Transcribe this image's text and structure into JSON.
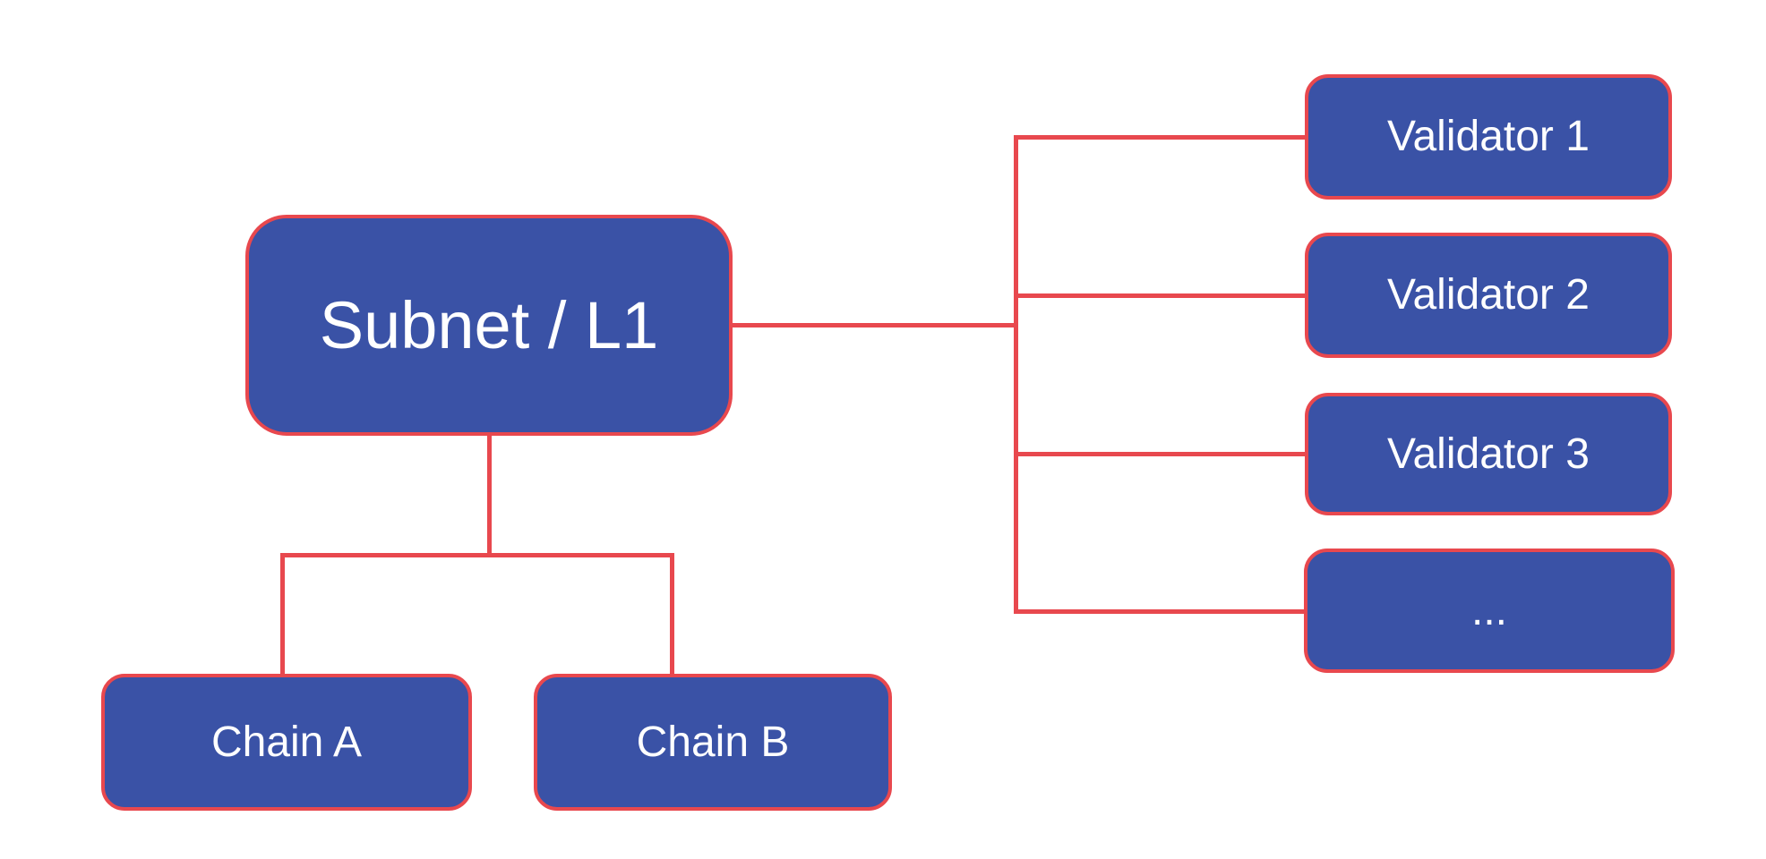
{
  "diagram": {
    "title_hint": "Subnet / L1 topology diagram",
    "nodes": {
      "subnet": {
        "label": "Subnet / L1"
      },
      "chain_a": {
        "label": "Chain A"
      },
      "chain_b": {
        "label": "Chain B"
      },
      "validator_1": {
        "label": "Validator 1"
      },
      "validator_2": {
        "label": "Validator 2"
      },
      "validator_3": {
        "label": "Validator 3"
      },
      "validator_more": {
        "label": "..."
      }
    },
    "edges": [
      {
        "from": "subnet",
        "to": "validator_1"
      },
      {
        "from": "subnet",
        "to": "validator_2"
      },
      {
        "from": "subnet",
        "to": "validator_3"
      },
      {
        "from": "subnet",
        "to": "validator_more"
      },
      {
        "from": "subnet",
        "to": "chain_a"
      },
      {
        "from": "subnet",
        "to": "chain_b"
      }
    ]
  },
  "colors": {
    "node_fill": "#3a52a6",
    "line": "#e8484e",
    "text": "#ffffff",
    "background": "#ffffff"
  }
}
